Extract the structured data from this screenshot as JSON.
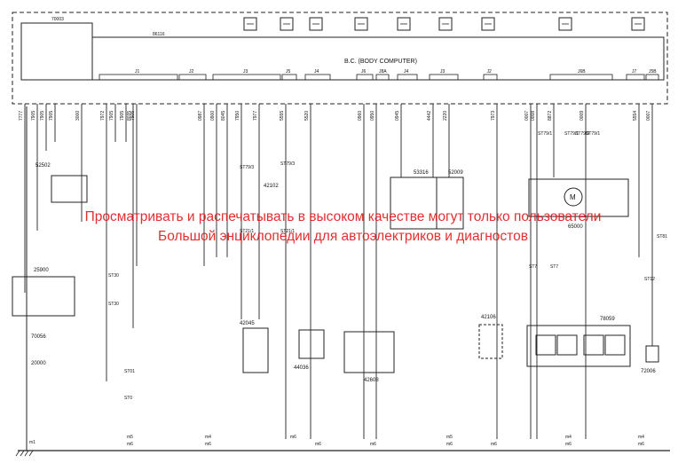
{
  "watermark": {
    "line1": "Просматривать и распечатывать в высоком качестве могут только пользователи",
    "line2": "Большой энциклопедии для автоэлектриков и диагностов"
  },
  "body_computer": {
    "title": "B.C. (BODY COMPUTER)",
    "code": "86116"
  },
  "components": {
    "c70003": "70003",
    "c52502": "52502",
    "c25900": "25900",
    "c70056": "70056",
    "c20000": "20000",
    "c42102": "42102",
    "c42045": "42045",
    "c44036": "44036",
    "c42608": "42608",
    "c53316": "53316",
    "c52009": "52009",
    "c42106": "42106",
    "c65000": "65000",
    "c78059": "78059",
    "c72006": "72006",
    "m_motor": "M"
  },
  "connectors": [
    "J1",
    "J2",
    "J3",
    "J5",
    "J4",
    "J6",
    "J8A",
    "J4",
    "J3",
    "J2",
    "J6B",
    "J7",
    "J5B"
  ],
  "wires": [
    "7777",
    "7905",
    "7905",
    "7905",
    "7972",
    "7905",
    "7905",
    "7905",
    "0987",
    "0900",
    "8045",
    "7950",
    "7977",
    "5555",
    "5520",
    "0960",
    "0950",
    "0945",
    "4442",
    "2220",
    "8872",
    "5554",
    "0007",
    "0007",
    "7973",
    "3000",
    "0008",
    "0009",
    "8035"
  ],
  "grounds": [
    "m1",
    "m5",
    "m6",
    "m4",
    "m6",
    "m6",
    "m6",
    "m6",
    "m5",
    "m6",
    "m6",
    "m4",
    "m6",
    "m4",
    "m6"
  ],
  "splices": [
    "ST30",
    "ST30",
    "ST01",
    "ST0",
    "ST79/3",
    "ST21/1",
    "ST21/1",
    "ST79/3",
    "ST7",
    "ST7",
    "ST79/1",
    "ST79/1",
    "ST79/3",
    "ST79/1",
    "ST12",
    "ST81"
  ],
  "icons": [
    "heated-rear-window-icon",
    "wiper-icon",
    "washer-icon",
    "interior-light-icon",
    "door-lock-icon",
    "power-window-icon",
    "rear-wiper-icon",
    "alarm-icon",
    "ems-icon"
  ]
}
